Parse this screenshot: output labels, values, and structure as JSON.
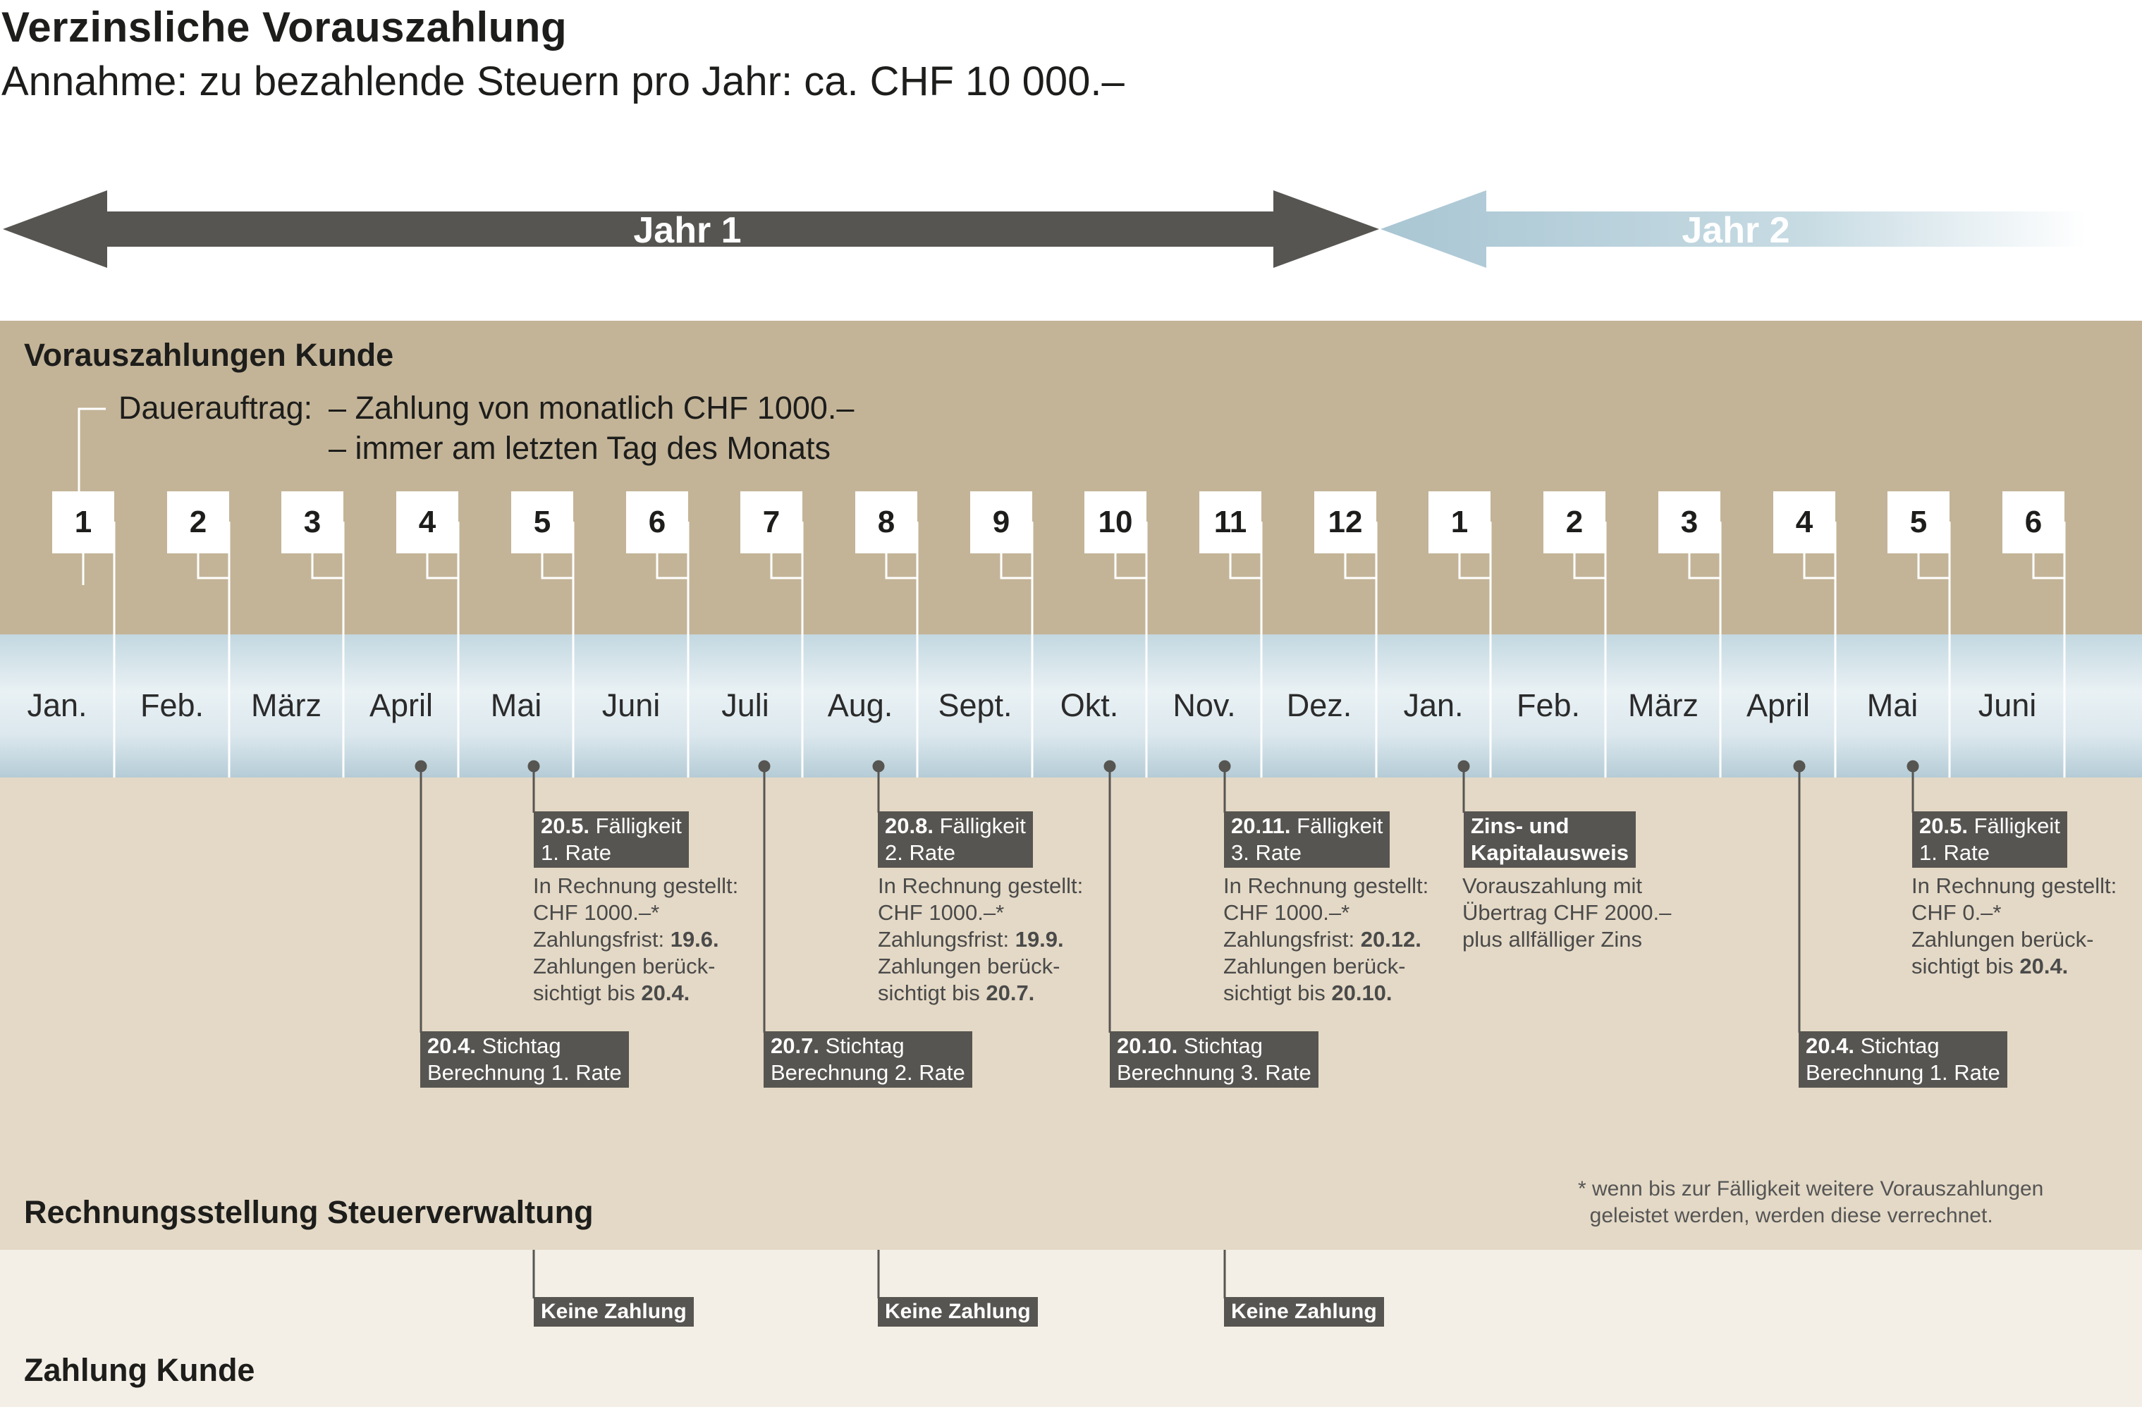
{
  "header": {
    "title": "Verzinsliche Vorauszahlung",
    "subtitle": "Annahme: zu bezahlende Steuern pro Jahr: ca. CHF 10 000.–"
  },
  "timeline": {
    "year1_label": "Jahr 1",
    "year2_label": "Jahr 2",
    "colors": {
      "year1": "#575551",
      "year2": "#a9c6d3",
      "prepay_band": "#c3b498",
      "billing_band": "#e4d9c6",
      "payment_band": "#f3efe6"
    }
  },
  "sections": {
    "prepayments": "Vorauszahlungen Kunde",
    "billing": "Rechnungsstellung Steuerverwaltung",
    "payment": "Zahlung Kunde"
  },
  "standing_order": {
    "label": "Dauerauftrag:",
    "line1": "– Zahlung von monatlich CHF 1000.–",
    "line2": "– immer am letzten Tag des Monats"
  },
  "payment_numbers": [
    "1",
    "2",
    "3",
    "4",
    "5",
    "6",
    "7",
    "8",
    "9",
    "10",
    "11",
    "12",
    "1",
    "2",
    "3",
    "4",
    "5",
    "6"
  ],
  "months": [
    "Jan.",
    "Feb.",
    "März",
    "April",
    "Mai",
    "Juni",
    "Juli",
    "Aug.",
    "Sept.",
    "Okt.",
    "Nov.",
    "Dez.",
    "Jan.",
    "Feb.",
    "März",
    "April",
    "Mai",
    "Juni"
  ],
  "due_boxes": [
    {
      "bold": "20.5.",
      "text": " Fälligkeit",
      "line2": "1. Rate"
    },
    {
      "bold": "20.8.",
      "text": " Fälligkeit",
      "line2": "2. Rate"
    },
    {
      "bold": "20.11.",
      "text": " Fälligkeit",
      "line2": "3. Rate"
    },
    {
      "bold": "Zins- und",
      "text": "",
      "line2": "Kapitalausweis"
    },
    {
      "bold": "20.5.",
      "text": " Fälligkeit",
      "line2": "1. Rate"
    }
  ],
  "due_info": [
    {
      "l1": "In Rechnung gestellt:",
      "l2": "CHF 1000.–*",
      "l3a": "Zahlungsfrist: ",
      "l3b": "19.6.",
      "l4": "Zahlungen berück-",
      "l5a": "sichtigt bis ",
      "l5b": "20.4."
    },
    {
      "l1": "In Rechnung gestellt:",
      "l2": "CHF 1000.–*",
      "l3a": "Zahlungsfrist: ",
      "l3b": "19.9.",
      "l4": "Zahlungen berück-",
      "l5a": "sichtigt bis ",
      "l5b": "20.7."
    },
    {
      "l1": "In Rechnung gestellt:",
      "l2": "CHF 1000.–*",
      "l3a": "Zahlungsfrist: ",
      "l3b": "20.12.",
      "l4": "Zahlungen berück-",
      "l5a": "sichtigt bis ",
      "l5b": "20.10."
    },
    {
      "l1": "Vorauszahlung mit",
      "l2": "Übertrag CHF 2000.–",
      "l3a": "plus allfälliger Zins",
      "l3b": "",
      "l4": "",
      "l5a": "",
      "l5b": ""
    },
    {
      "l1": "In Rechnung gestellt:",
      "l2": "CHF 0.–*",
      "l3a": "Zahlungen berück-",
      "l3b": "",
      "l4": "",
      "l5a": "sichtigt bis ",
      "l5b": "20.4."
    }
  ],
  "cutoff_boxes": [
    {
      "bold": "20.4.",
      "text": " Stichtag",
      "line2": "Berechnung 1. Rate"
    },
    {
      "bold": "20.7.",
      "text": " Stichtag",
      "line2": "Berechnung 2. Rate"
    },
    {
      "bold": "20.10.",
      "text": " Stichtag",
      "line2": "Berechnung 3. Rate"
    },
    {
      "bold": "20.4.",
      "text": " Stichtag",
      "line2": "Berechnung 1. Rate"
    }
  ],
  "no_payment_label": "Keine Zahlung",
  "footnote": "* wenn bis zur Fälligkeit weitere Vorauszahlungen\n  geleistet werden, werden diese verrechnet."
}
